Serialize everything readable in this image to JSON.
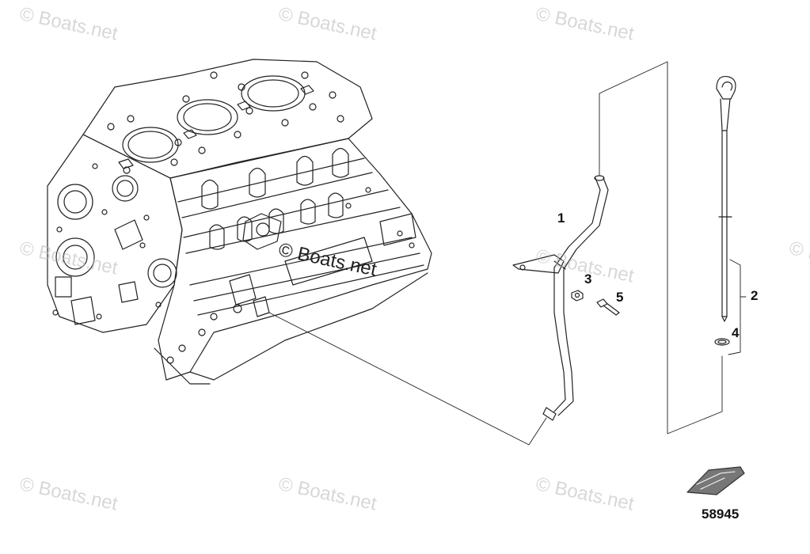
{
  "watermarks": {
    "text": "© Boats.net"
  },
  "callouts": {
    "c1": "1",
    "c2": "2",
    "c3": "3",
    "c4": "4",
    "c5": "5"
  },
  "diagram_id": "58945",
  "colors": {
    "line": "#222222",
    "watermark": "#b8b8b8",
    "background": "#ffffff"
  }
}
